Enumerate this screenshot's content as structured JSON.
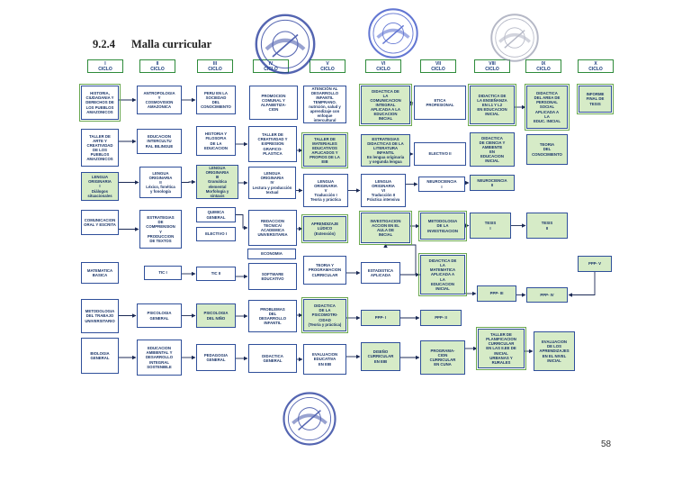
{
  "document": {
    "section_number": "9.2.4",
    "section_title": "Malla curricular",
    "page_number": "58"
  },
  "cycles": [
    {
      "roman": "I",
      "label": "CICLO"
    },
    {
      "roman": "II",
      "label": "CICLO"
    },
    {
      "roman": "III",
      "label": "CICLO"
    },
    {
      "roman": "IV",
      "label": "CICLO"
    },
    {
      "roman": "V",
      "label": "CICLO"
    },
    {
      "roman": "VI",
      "label": "CICLO"
    },
    {
      "roman": "VII",
      "label": "CICLO"
    },
    {
      "roman": "VIII",
      "label": "CICLO"
    },
    {
      "roman": "IX",
      "label": "CICLO"
    },
    {
      "roman": "X",
      "label": "CICLO"
    }
  ],
  "courses": [
    {
      "text": "HISTORIA,\nCIUDADANIA Y\nDERECHOS DE\nLOS PUEBLOS\nAMAZONICOS",
      "fill": "white"
    },
    {
      "text": "ANTROPOLOGIA\nY\nCOSMOVISION\nAMAZONICA",
      "fill": "white"
    },
    {
      "text": "PERU EN LA\nSOCIEDAD\nDEL\nCONOCIMIENTO",
      "fill": "white"
    },
    {
      "text": "PROMOCION\nCOMUNAL Y\nALFABETIZA-\nCION",
      "fill": "white"
    },
    {
      "text": "ATENCIÓN AL\nDESARROLLO\nINFANTIL\nTEMPRANO.\nnutrición, salud y\naprendizaje con\nenfoque intercultural",
      "fill": "white"
    },
    {
      "text": "DIDACTICA DE\nLA\nCOMUNICACION\nINTEGRAL\nAPLICADA A LA\nEDUCACION\nINICIAL",
      "fill": "green"
    },
    {
      "text": "ETICA\nPROFESIONAL",
      "fill": "white"
    },
    {
      "text": "DIDACTICA DE\nLA ENSEÑANZA\nEN L1 Y L2\nEN EDUCACION\nINICIAL",
      "fill": "green"
    },
    {
      "text": "DIDACTICA\nDEL AREA DE\nPERSONAL\nSOCIAL\nAPLICADA A\nLA\nEDUC. INICIAL",
      "fill": "green"
    },
    {
      "text": "INFORME\nFINAL DE\nTESIS",
      "fill": "green"
    },
    {
      "text": "TALLER DE\nARTE Y\nCREATIVIDAD\nDE LOS\nPUEBLOS\nAMAZONICOS",
      "fill": "white"
    },
    {
      "text": "EDUCACION\nINTERCULTU\nRAL BILINGUE",
      "fill": "white"
    },
    {
      "text": "HISTORIA Y\nFILOSOFIA\nDE LA\nEDUCACION",
      "fill": "white"
    },
    {
      "text": "TALLER DE\nCREATIVIDAD Y\nEXPRESION\nGRAFICO-\nPLASTICA",
      "fill": "white"
    },
    {
      "text": "TALLER DE\nMATERIALES\nEDUCATIVOS\nAPLICADOS Y\nPROPIOS DE LA\nEIB",
      "fill": "green"
    },
    {
      "text": "ESTRATEGIAS\nDIDACTICAS DE LA\nLITERATURA\nINFANTIL\nEn lengua originaria\ny segunda lengua",
      "fill": "green"
    },
    {
      "text": "ELECTIVO II",
      "fill": "white"
    },
    {
      "text": "DIDACTICA\nDE CIENCIA Y\nAMBIENTE\nEN\nEDUCACION\nINICIAL",
      "fill": "green"
    },
    {
      "text": "TEORIA\nDEL\nCONOCIMIENTO",
      "fill": "green"
    },
    {
      "text": "LENGUA\nORIGINARIA\nI\nDiálogos\nsituacionales",
      "fill": "green"
    },
    {
      "text": "LENGUA\nORIGINARIA\nII\nLéxico, fonética\ny fonología",
      "fill": "white"
    },
    {
      "text": "LENGUA\nORIGINARIA\nIII\nGramática elemental\nMorfología y sintaxis",
      "fill": "green"
    },
    {
      "text": "LENGUA\nORIGINARIA\nIV\nLectura y producción\ntextual",
      "fill": "white"
    },
    {
      "text": "LENGUA\nORIGINARIA\nV\nTraducción I\nTeoría y práctica",
      "fill": "white"
    },
    {
      "text": "LENGUA\nORIGINARIA\nVI\nTraducción II\nPráctica intensiva",
      "fill": "white"
    },
    {
      "text": "NEUROCIENCIA\nI",
      "fill": "white"
    },
    {
      "text": "NEUROCIENCIA\nII",
      "fill": "green"
    },
    {
      "text": "COMUNICACION\nORAL Y ESCRITA",
      "fill": "white"
    },
    {
      "text": "ESTRATEGIAS\nDE\nCOMPRENSION\nY\nPRODUCCION\nDE TEXTOS",
      "fill": "white"
    },
    {
      "text": "QUIMICA\nGENERAL",
      "fill": "white"
    },
    {
      "text": "ELECTIVO I",
      "fill": "white"
    },
    {
      "text": "REDACCION\nTECNICA/\nACADEMICA\nUNIVERSITARIA",
      "fill": "white"
    },
    {
      "text": "APRENDIZAJE\nLÚDICO\n(Extensión)",
      "fill": "green"
    },
    {
      "text": "INVESTIGACION\nACCION EN EL\nAULA DE\nINICIAL",
      "fill": "green"
    },
    {
      "text": "METODOLOGIA\nDE LA\nINVESTIGACION",
      "fill": "green"
    },
    {
      "text": "TESIS\nI",
      "fill": "green"
    },
    {
      "text": "TESIS\nII",
      "fill": "green"
    },
    {
      "text": "ECONOMIA",
      "fill": "white"
    },
    {
      "text": "MATEMATICA\nBASICA",
      "fill": "white"
    },
    {
      "text": "TIC I",
      "fill": "white"
    },
    {
      "text": "TIC II",
      "fill": "white"
    },
    {
      "text": "SOFTWARE\nEDUCATIVO",
      "fill": "white"
    },
    {
      "text": "TEORIA Y\nPROGRAMACION\nCURRICULAR",
      "fill": "white"
    },
    {
      "text": "ESTADISTICA\nAPLICADA",
      "fill": "white"
    },
    {
      "text": "DIDACTICA DE\nLA\nMATEMATICA\nAPLICADA A\nLA\nEDUCACION\nINICIAL",
      "fill": "green"
    },
    {
      "text": "PPP- V",
      "fill": "green"
    },
    {
      "text": "METODOLOGIA\nDEL TRABAJO\nUNIVERSITARIO",
      "fill": "white"
    },
    {
      "text": "PSICOLOGIA\nGENERAL",
      "fill": "white"
    },
    {
      "text": "PSICOLOGIA\nDEL NIÑO",
      "fill": "green"
    },
    {
      "text": "PROBLEMAS\nDEL\nDESARROLLO\nINFANTIL",
      "fill": "white"
    },
    {
      "text": "DIDACTICA\nDE LA\nPSICOMOTRI-\nCIDAD\n(Teoría y práctica)",
      "fill": "green"
    },
    {
      "text": "PPP- I",
      "fill": "green"
    },
    {
      "text": "PPP- II",
      "fill": "green"
    },
    {
      "text": "PPP- III",
      "fill": "green"
    },
    {
      "text": "PPP- IV",
      "fill": "green"
    },
    {
      "text": "BIOLOGIA\nGENERAL",
      "fill": "white"
    },
    {
      "text": "EDUCACION\nAMBIENTAL Y\nDESARROLLO\nINTEGRAL\nSOSTENIBLE",
      "fill": "white"
    },
    {
      "text": "PEDAGOGIA\nGENERAL",
      "fill": "white"
    },
    {
      "text": "DIDACTICA\nGENERAL",
      "fill": "white"
    },
    {
      "text": "EVALUACION\nEDUCATIVA\nEN EIB",
      "fill": "white"
    },
    {
      "text": "DISEÑO\nCURRICULAR\nEN EIB",
      "fill": "green"
    },
    {
      "text": "PROGRAMA-\nCION\nCURRICULAR\nEN CUNA",
      "fill": "green"
    },
    {
      "text": "TALLER DE\nPLANIFICACION\nCURRICULAR\nEN LAS II.EE DE\nINICIAL\nURBANAS Y\nRURALES",
      "fill": "green"
    },
    {
      "text": "EVALUACION\nDE LOS\nAPRENDIZAJES\nEN EL NIVEL\nINICIAL",
      "fill": "green"
    }
  ],
  "seals": [
    {
      "name": "university-seal-top",
      "text": "Universidad Nacional Intercultural",
      "color": "#2a3f9e"
    },
    {
      "name": "vobo-seal-top",
      "text": "V°B°",
      "color": "#3c55c8"
    },
    {
      "name": "vobo-seal-right",
      "text": "V°B°",
      "color": "#8e93a8"
    },
    {
      "name": "vobo-presidencia-seal",
      "text": "PRESIDENCIA",
      "color": "#2a3f9e"
    }
  ]
}
